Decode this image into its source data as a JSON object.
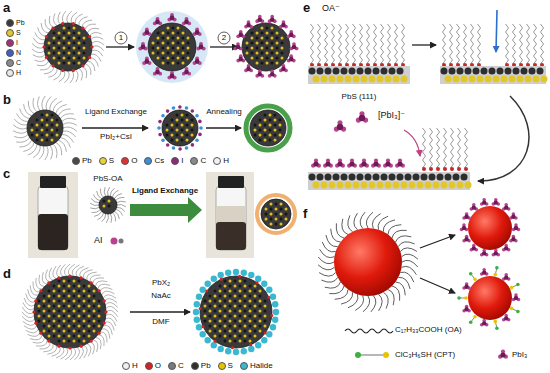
{
  "diagram": {
    "labels": [
      "a",
      "1",
      "2",
      "b",
      "Ligand Exchange",
      "PbI₂+CsI",
      "Annealing",
      "c",
      "PbS-OA",
      "Ligand Exchange",
      "AI",
      "d",
      "PbX₂",
      "NaAc",
      "DMF",
      "e",
      "OA⁻",
      "PbS (111)",
      "[PbI₃]⁻",
      "f"
    ],
    "legend": [
      {
        "text": "Pb",
        "color": "#3a3a3a"
      },
      {
        "text": "S",
        "color": "#e2c72a"
      },
      {
        "text": "I",
        "color": "#a0307a"
      },
      {
        "text": "N",
        "color": "#3d5fc4"
      },
      {
        "text": "C",
        "color": "#8a8a8a"
      },
      {
        "text": "H",
        "color": "#e8e8e8"
      },
      {
        "text": "Pb",
        "color": "#4a4a4a"
      },
      {
        "text": "S",
        "color": "#e8d430"
      },
      {
        "text": "O",
        "color": "#e03030"
      },
      {
        "text": "Cs",
        "color": "#3a8fd8"
      },
      {
        "text": "I",
        "color": "#8e2a78"
      },
      {
        "text": "C",
        "color": "#8a8a8a"
      },
      {
        "text": "H",
        "color": "#f2f2f2"
      },
      {
        "text": "H",
        "color": "#f0f0f0"
      },
      {
        "text": "O",
        "color": "#d82020"
      },
      {
        "text": "C",
        "color": "#7a7a7a"
      },
      {
        "text": "Pb",
        "color": "#2e2e2e"
      },
      {
        "text": "S",
        "color": "#e8c400"
      },
      {
        "text": "Halide",
        "color": "#3ab8d0"
      },
      {
        "text": "C₁₇H₃₃COOH (OA)"
      },
      {
        "text": "ClC₃H₆SH (CPT)"
      },
      {
        "text": "PbI₃"
      }
    ]
  }
}
